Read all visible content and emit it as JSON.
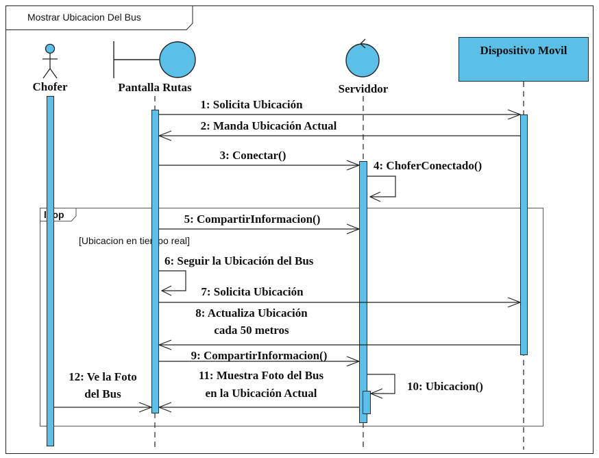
{
  "frame": {
    "title": "Mostrar Ubicacion Del Bus"
  },
  "colors": {
    "activation": "#5bbfe8",
    "line": "#222222",
    "background": "#ffffff"
  },
  "participants": [
    {
      "id": "chofer",
      "name": "Chofer",
      "kind": "actor"
    },
    {
      "id": "pantalla",
      "name": "Pantalla Rutas",
      "kind": "boundary"
    },
    {
      "id": "servidor",
      "name": "Serviddor",
      "kind": "control"
    },
    {
      "id": "movil",
      "name": "Dispositivo Movil",
      "kind": "object-box"
    }
  ],
  "loop": {
    "operator": "loop",
    "guard": "[Ubicacion en tiempo real]"
  },
  "messages": [
    {
      "label": "1: Solicita Ubicación",
      "from": "pantalla",
      "to": "movil",
      "type": "sync"
    },
    {
      "label": "2: Manda Ubicación Actual",
      "from": "movil",
      "to": "pantalla",
      "type": "reply"
    },
    {
      "label": "3: Conectar()",
      "from": "pantalla",
      "to": "servidor",
      "type": "sync"
    },
    {
      "label": "4: ChoferConectado()",
      "from": "servidor",
      "to": "servidor",
      "type": "self"
    },
    {
      "label": "5: CompartirInformacion()",
      "from": "pantalla",
      "to": "servidor",
      "type": "sync"
    },
    {
      "label": "6: Seguir la Ubicación del Bus",
      "from": "pantalla",
      "to": "pantalla",
      "type": "self"
    },
    {
      "label": "7: Solicita Ubicación",
      "from": "pantalla",
      "to": "movil",
      "type": "sync"
    },
    {
      "label_lines": [
        "8: Actualiza Ubicación",
        "cada 50 metros"
      ],
      "from": "movil",
      "to": "pantalla",
      "type": "reply"
    },
    {
      "label": "9: CompartirInformacion()",
      "from": "pantalla",
      "to": "servidor",
      "type": "sync"
    },
    {
      "label": "10: Ubicacion()",
      "from": "servidor",
      "to": "servidor",
      "type": "self"
    },
    {
      "label_lines": [
        "11: Muestra Foto del Bus",
        "en la Ubicación Actual"
      ],
      "from": "servidor",
      "to": "pantalla",
      "type": "sync"
    },
    {
      "label_lines": [
        "12: Ve la Foto",
        "del Bus"
      ],
      "from": "chofer",
      "to": "pantalla",
      "type": "sync"
    }
  ]
}
